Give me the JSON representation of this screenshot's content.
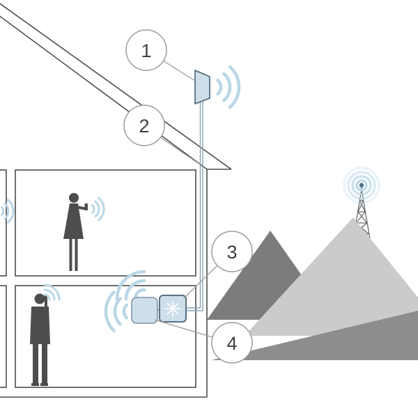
{
  "diagram": {
    "type": "cell-signal-booster-house-diagram",
    "callouts": [
      {
        "label": "1",
        "target": "outdoor-antenna"
      },
      {
        "label": "2",
        "target": "cable"
      },
      {
        "label": "3",
        "target": "booster-unit"
      },
      {
        "label": "4",
        "target": "indoor-antenna"
      }
    ],
    "colors": {
      "device_fill": "#cddfea",
      "device_stroke": "#5b7080",
      "signal_wave": "#b9d7e7",
      "cable": "#87a2b4",
      "callout_line": "#9c9c9c",
      "house_line": "#4b4b4b",
      "silhouette": "#4d4d4d",
      "mountain_dark": "#7c7c7c",
      "mountain_light": "#cbcbcb",
      "mountain_foreground": "#8d8d8d",
      "tower": "#696969"
    }
  }
}
